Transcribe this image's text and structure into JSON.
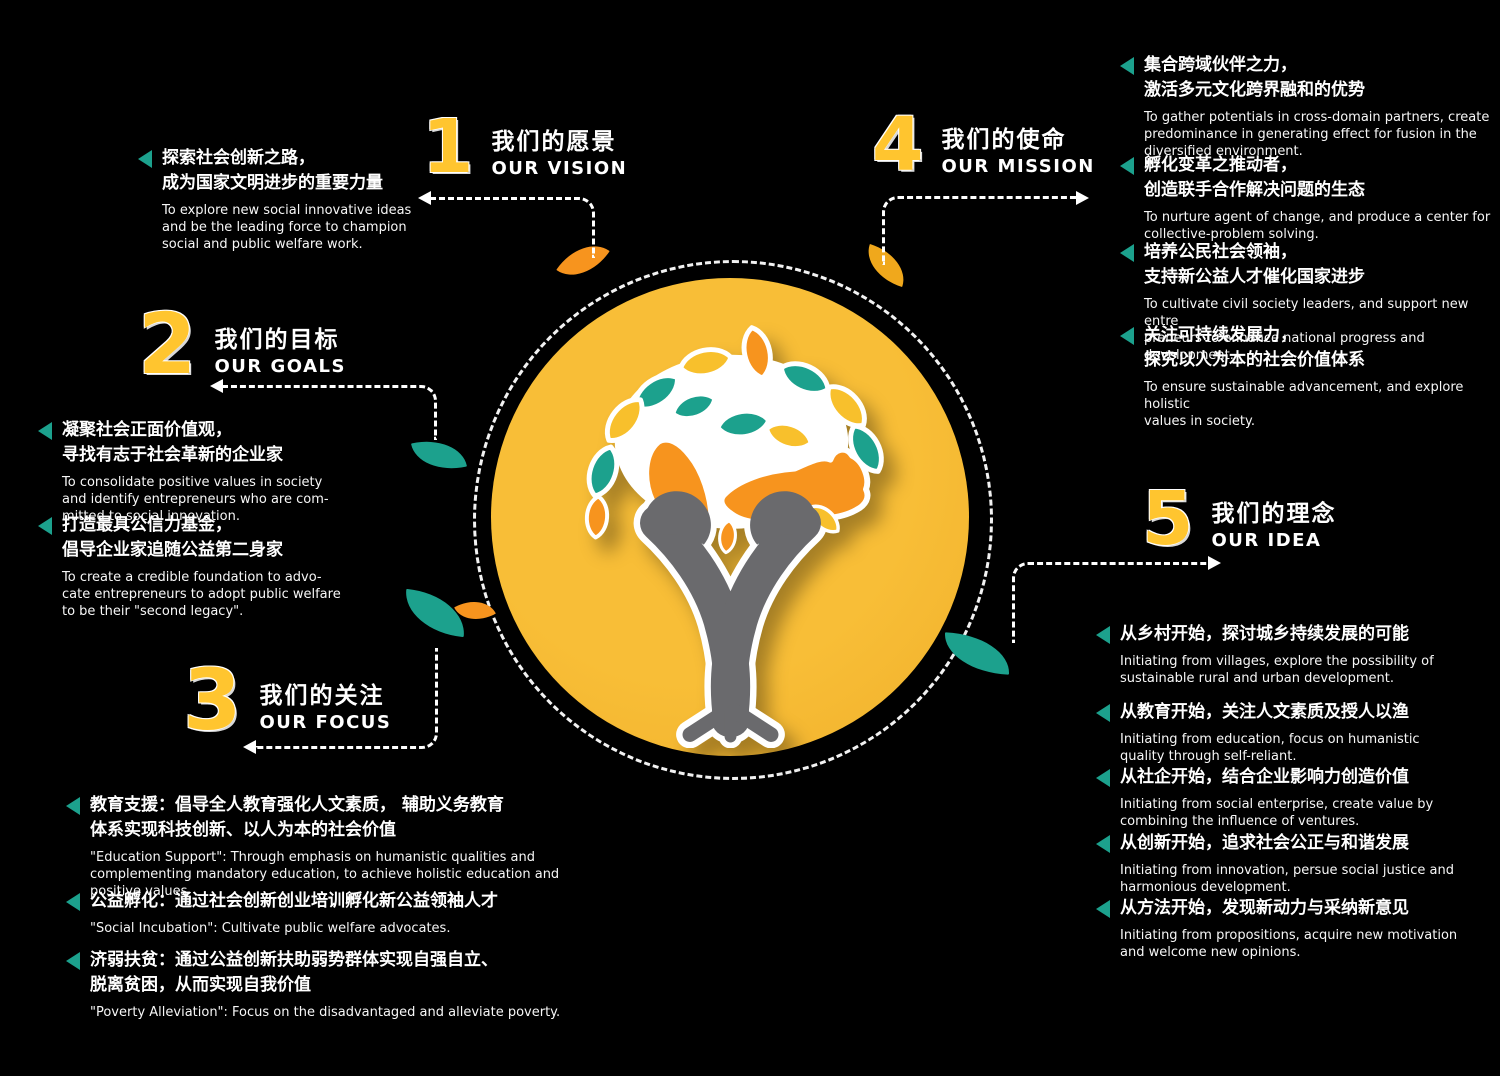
{
  "poster": {
    "background": "#000000",
    "colors": {
      "accent_yellow": "#FFC52F",
      "circle_yellow": "#F5B92F",
      "teal": "#1CA18D",
      "orange": "#F7941E",
      "tree_gray": "#6A6A6D",
      "text_white": "#FFFFFF"
    },
    "center_logo": "hands-tree-malaysia-logo",
    "sections": {
      "vision": {
        "number": "1",
        "title_zh": "我们的愿景",
        "title_en": "OUR VISION",
        "items": [
          {
            "zh": "探索社会创新之路，\n成为国家文明进步的重要力量",
            "en": "To explore new social innovative ideas\nand be the leading force to champion\nsocial and public welfare work."
          }
        ]
      },
      "goals": {
        "number": "2",
        "title_zh": "我们的目标",
        "title_en": "OUR GOALS",
        "items": [
          {
            "zh": "凝聚社会正面价值观，\n寻找有志于社会革新的企业家",
            "en": "To consolidate positive values in society\nand identify entrepreneurs who are com-\nmitted to social innovation."
          },
          {
            "zh": "打造最具公信力基金，\n倡导企业家追随公益第二身家",
            "en": "To create a credible foundation to advo-\ncate entrepreneurs to adopt public welfare\nto be their \"second legacy\"."
          }
        ]
      },
      "focus": {
        "number": "3",
        "title_zh": "我们的关注",
        "title_en": "OUR FOCUS",
        "items": [
          {
            "zh": "教育支援：倡导全人教育强化人文素质， 辅助义务教育\n体系实现科技创新、以人为本的社会价值",
            "en": "\"Education Support\": Through emphasis on humanistic qualities and\ncomplementing mandatory education, to achieve holistic education and\npositive values"
          },
          {
            "zh": "公益孵化：通过社会创新创业培训孵化新公益领袖人才",
            "en": "\"Social Incubation\": Cultivate public welfare advocates."
          },
          {
            "zh": "济弱扶贫：通过公益创新扶助弱势群体实现自强自立、\n脱离贫困，从而实现自我价值",
            "en": "\"Poverty Alleviation\": Focus on the disadvantaged and alleviate poverty."
          }
        ]
      },
      "mission": {
        "number": "4",
        "title_zh": "我们的使命",
        "title_en": "OUR MISSION",
        "items": [
          {
            "zh": "集合跨域伙伴之力，\n激活多元文化跨界融和的优势",
            "en": "To gather potentials in cross-domain partners, create\npredominance in generating effect for fusion in the\ndiversified environment."
          },
          {
            "zh": "孵化变革之推动者，\n创造联手合作解决问题的生态",
            "en": "To nurture agent of change, and produce a center for\ncollective-problem solving."
          },
          {
            "zh": "培养公民社会领袖，\n支持新公益人才催化国家进步",
            "en": "To cultivate civil society leaders, and support new entre\npreneurs to enhance national progress and development."
          },
          {
            "zh": "关注可持续发展力，\n探究以人为本的社会价值体系",
            "en": "To ensure sustainable advancement, and explore holistic\nvalues in society."
          }
        ]
      },
      "idea": {
        "number": "5",
        "title_zh": "我们的理念",
        "title_en": "OUR IDEA",
        "items": [
          {
            "zh": "从乡村开始，探讨城乡持续发展的可能",
            "en": "Initiating from villages, explore the possibility of\nsustainable rural and urban development."
          },
          {
            "zh": "从教育开始，关注人文素质及授人以渔",
            "en": "Initiating from education, focus on humanistic\nquality through self-reliant."
          },
          {
            "zh": "从社企开始，结合企业影响力创造价值",
            "en": "Initiating from social enterprise, create value by\ncombining the influence of ventures."
          },
          {
            "zh": "从创新开始，追求社会公正与和谐发展",
            "en": "Initiating from innovation, persue social justice and\nharmonious development."
          },
          {
            "zh": "从方法开始，发现新动力与采纳新意见",
            "en": "Initiating from propositions, acquire new motivation\nand welcome new opinions."
          }
        ]
      }
    }
  }
}
